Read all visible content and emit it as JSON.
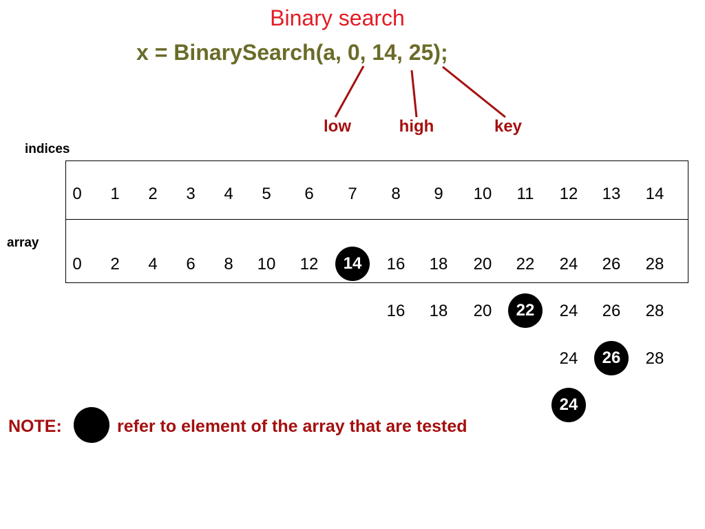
{
  "title": "Binary search",
  "call": "x = BinarySearch(a, 0, 14, 25);",
  "params": {
    "low": "low",
    "high": "high",
    "key": "key"
  },
  "labels": {
    "indices": "indices",
    "array": "array"
  },
  "indices": [
    "0",
    "1",
    "2",
    "3",
    "4",
    "5",
    "6",
    "7",
    "8",
    "9",
    "10",
    "11",
    "12",
    "13",
    "14"
  ],
  "array": [
    "0",
    "2",
    "4",
    "6",
    "8",
    "10",
    "12",
    "14",
    "16",
    "18",
    "20",
    "22",
    "24",
    "26",
    "28"
  ],
  "step2": [
    "16",
    "18",
    "20",
    "22",
    "24",
    "26",
    "28"
  ],
  "step3": [
    "24",
    "26",
    "28"
  ],
  "step4": [
    "24"
  ],
  "tested": {
    "array": "14",
    "step2": "22",
    "step3": "26",
    "step4": "24"
  },
  "note": {
    "prefix": "NOTE:",
    "text": "refer to element of the array that are tested"
  },
  "colors": {
    "title": "#e31b23",
    "call": "#6b6b2a",
    "accent": "#a50f0f"
  }
}
